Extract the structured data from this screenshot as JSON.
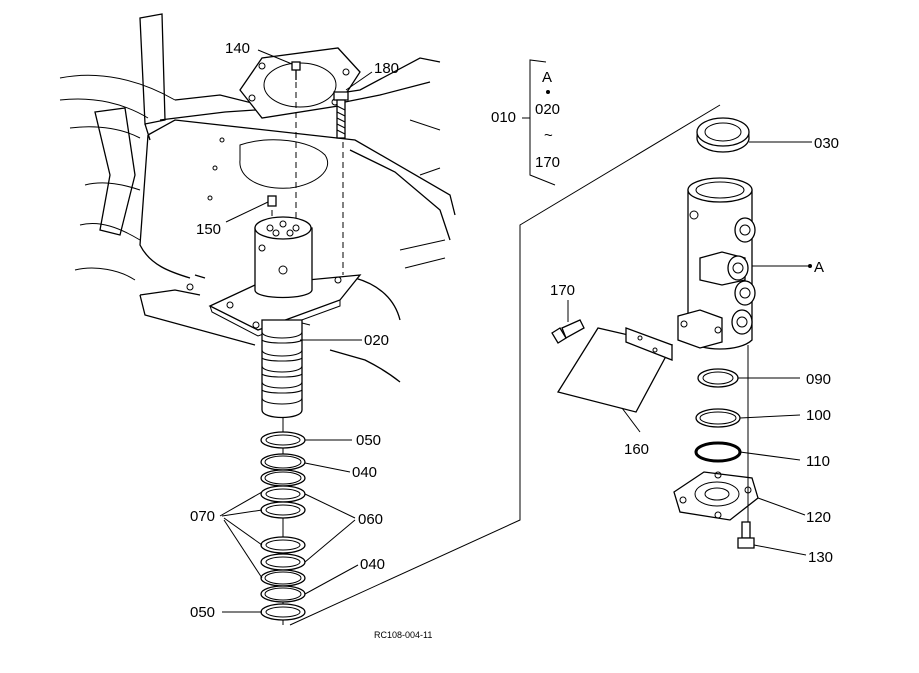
{
  "labels": {
    "p140": "140",
    "p180": "180",
    "p150": "150",
    "p020": "020",
    "p050a": "050",
    "p040a": "040",
    "p070": "070",
    "p060": "060",
    "p040b": "040",
    "p050b": "050",
    "p010": "010",
    "grpA": "A",
    "grp020": "020",
    "grpTilde": "~",
    "grp170": "170",
    "p030": "030",
    "pA": "A",
    "p170": "170",
    "p160": "160",
    "p090": "090",
    "p100": "100",
    "p110": "110",
    "p120": "120",
    "p130": "130"
  },
  "reference": "RC108-004-11"
}
